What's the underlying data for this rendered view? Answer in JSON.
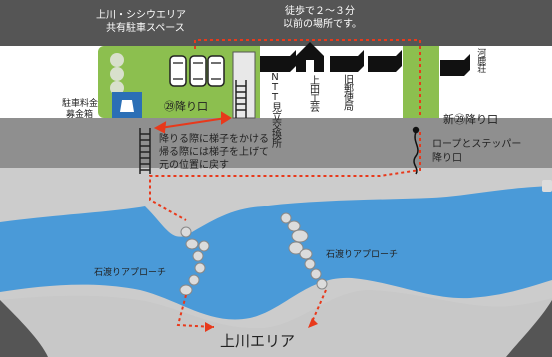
{
  "map": {
    "parking_title": "上川・シシウエリア",
    "parking_subtitle": "共有駐車スペース",
    "old_place_line1": "徒歩で２〜３分",
    "old_place_line2": "以前の場所です。",
    "buildings": {
      "ntt": "NTT見立交換所",
      "ueda": "上田工芸",
      "post": "旧郵便局",
      "kawashika": "河鹿荘"
    },
    "fee_box_line1": "駐車料金",
    "fee_box_line2": "募金箱",
    "descent_point": "㉙降り口",
    "new_descent_point": "新㉙降り口",
    "ladder_note": [
      "降りる際に梯子をかける",
      "帰る際には梯子を上げて",
      "元の位置に戻す"
    ],
    "rope_note_line1": "ロープとステッパー",
    "rope_note_line2": "降り口",
    "stone_approach_left": "石渡りアプローチ",
    "stone_approach_right": "石渡りアプローチ",
    "area_label": "上川エリア",
    "colors": {
      "road": "#555555",
      "parking_green": "#8cbf4f",
      "water": "#4a9ad8",
      "riverbank": "#c8c8c8",
      "route": "#e8391b",
      "steps_band": "#8f8f8f"
    }
  }
}
